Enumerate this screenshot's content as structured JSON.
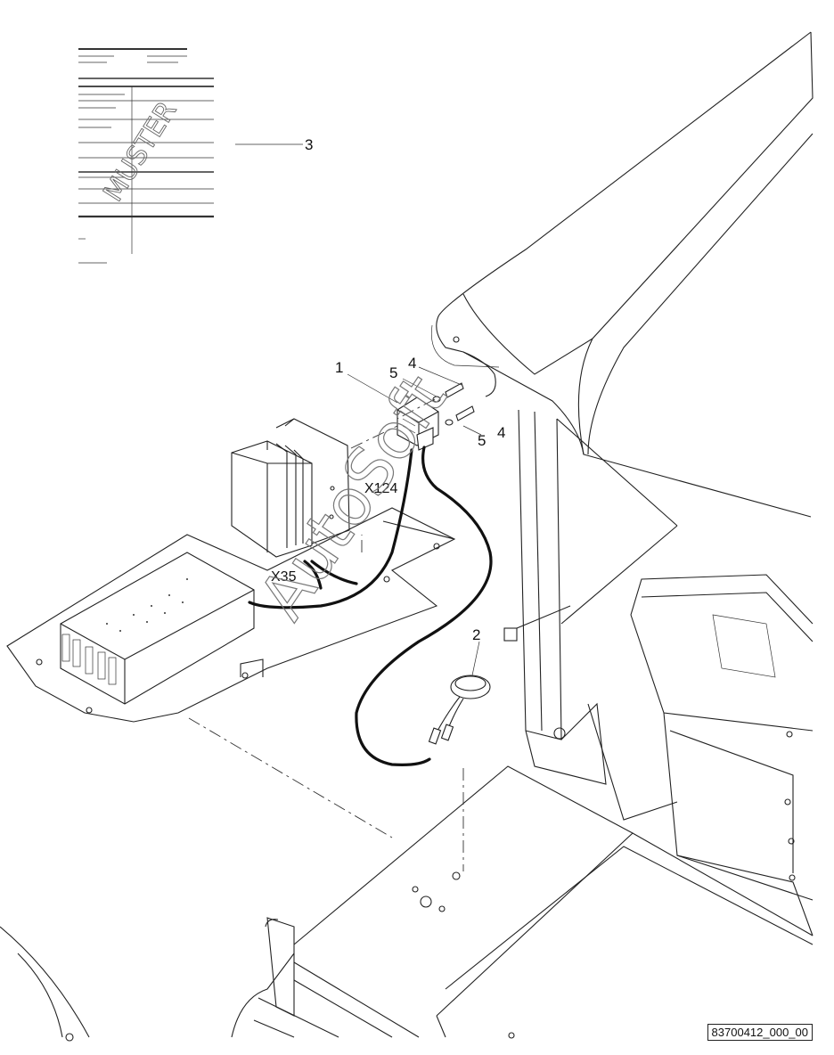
{
  "callouts": {
    "item_1": "1",
    "item_2": "2",
    "item_3": "3",
    "item_4_upper": "4",
    "item_4_lower": "4",
    "item_5_upper": "5",
    "item_5_lower": "5"
  },
  "connectors": {
    "x124": "X124",
    "x35": "X35"
  },
  "sample_document": {
    "stamp_text": "MUSTER"
  },
  "watermark": "AutoSoft",
  "figure_number": "83700412_000_00"
}
